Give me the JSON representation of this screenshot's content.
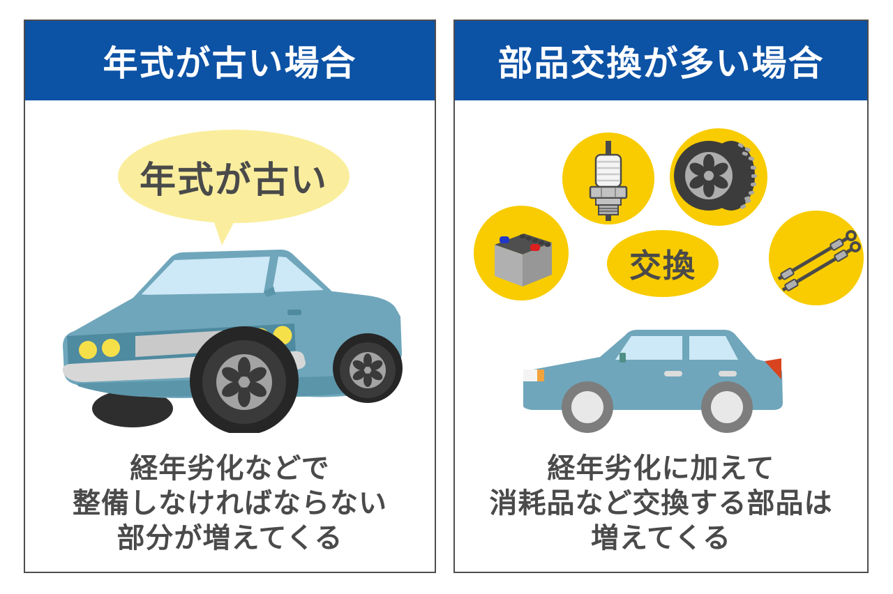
{
  "colors": {
    "header_blue": "#0c52a5",
    "panel_border": "#4d4d4d",
    "text_dark": "#4a4a4a",
    "bubble_yellow_pale": "#faee9e",
    "icon_yellow": "#f8cc00",
    "car_body_teal": "#6fa6bb",
    "car_window_blue": "#cde8f6",
    "headlight_yellow": "#f6e04a",
    "background": "#ffffff"
  },
  "panels": {
    "left": {
      "title": "年式が古い場合",
      "bubble_label": "年式が古い",
      "illustration": "classic-car",
      "caption_lines": [
        "経年劣化などで",
        "整備しなければならない",
        "部分が増えてくる"
      ]
    },
    "right": {
      "title": "部品交換が多い場合",
      "badge_label": "交換",
      "parts_icons": [
        "battery",
        "spark-plug",
        "tire",
        "brake-hoses"
      ],
      "illustration": "sedan-car",
      "caption_lines": [
        "経年劣化に加えて",
        "消耗品など交換する部品は",
        "増えてくる"
      ]
    }
  }
}
